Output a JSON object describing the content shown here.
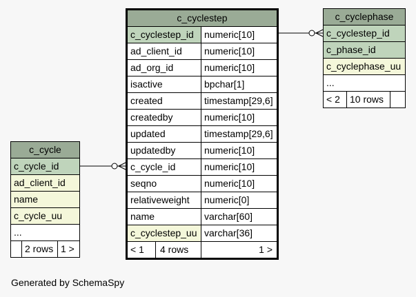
{
  "main_table": {
    "title": "c_cyclestep",
    "rows": [
      {
        "name": "c_cyclestep_id",
        "type": "numeric[10]"
      },
      {
        "name": "ad_client_id",
        "type": "numeric[10]"
      },
      {
        "name": "ad_org_id",
        "type": "numeric[10]"
      },
      {
        "name": "isactive",
        "type": "bpchar[1]"
      },
      {
        "name": "created",
        "type": "timestamp[29,6]"
      },
      {
        "name": "createdby",
        "type": "numeric[10]"
      },
      {
        "name": "updated",
        "type": "timestamp[29,6]"
      },
      {
        "name": "updatedby",
        "type": "numeric[10]"
      },
      {
        "name": "c_cycle_id",
        "type": "numeric[10]"
      },
      {
        "name": "seqno",
        "type": "numeric[10]"
      },
      {
        "name": "relativeweight",
        "type": "numeric[0]"
      },
      {
        "name": "name",
        "type": "varchar[60]"
      },
      {
        "name": "c_cyclestep_uu",
        "type": "varchar[36]"
      }
    ],
    "footer": {
      "left": "< 1",
      "rows": "4 rows",
      "right": "1 >"
    }
  },
  "cycle_table": {
    "title": "c_cycle",
    "rows": [
      "c_cycle_id",
      "ad_client_id",
      "name",
      "c_cycle_uu",
      "..."
    ],
    "footer": {
      "rows": "2 rows",
      "right": "1 >"
    }
  },
  "phase_table": {
    "title": "c_cyclephase",
    "rows": [
      "c_cyclestep_id",
      "c_phase_id",
      "c_cyclephase_uu",
      "..."
    ],
    "footer": {
      "left": "< 2",
      "rows": "10 rows"
    }
  },
  "generated_by": "Generated by SchemaSpy"
}
